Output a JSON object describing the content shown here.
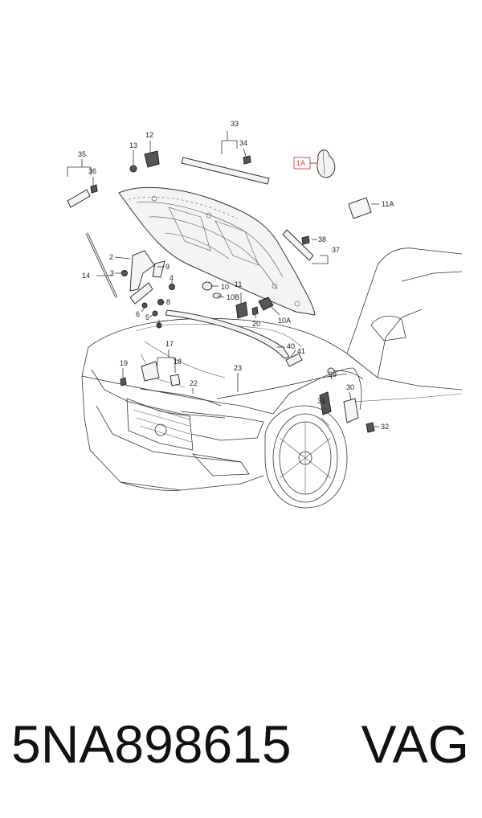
{
  "diagram": {
    "callouts": [
      "1A",
      "3",
      "4",
      "5",
      "6",
      "7",
      "8",
      "9",
      "10",
      "10A",
      "10B",
      "11",
      "11A",
      "12",
      "13",
      "14",
      "17",
      "18",
      "19",
      "20",
      "22",
      "23",
      "29",
      "30",
      "31",
      "32",
      "33",
      "34",
      "35",
      "36",
      "37",
      "38",
      "40",
      "41",
      "2"
    ],
    "highlighted_callout": "1A",
    "highlight_color": "#d23c3c"
  },
  "footer": {
    "part_number": "5NA898615",
    "brand": "VAG"
  }
}
